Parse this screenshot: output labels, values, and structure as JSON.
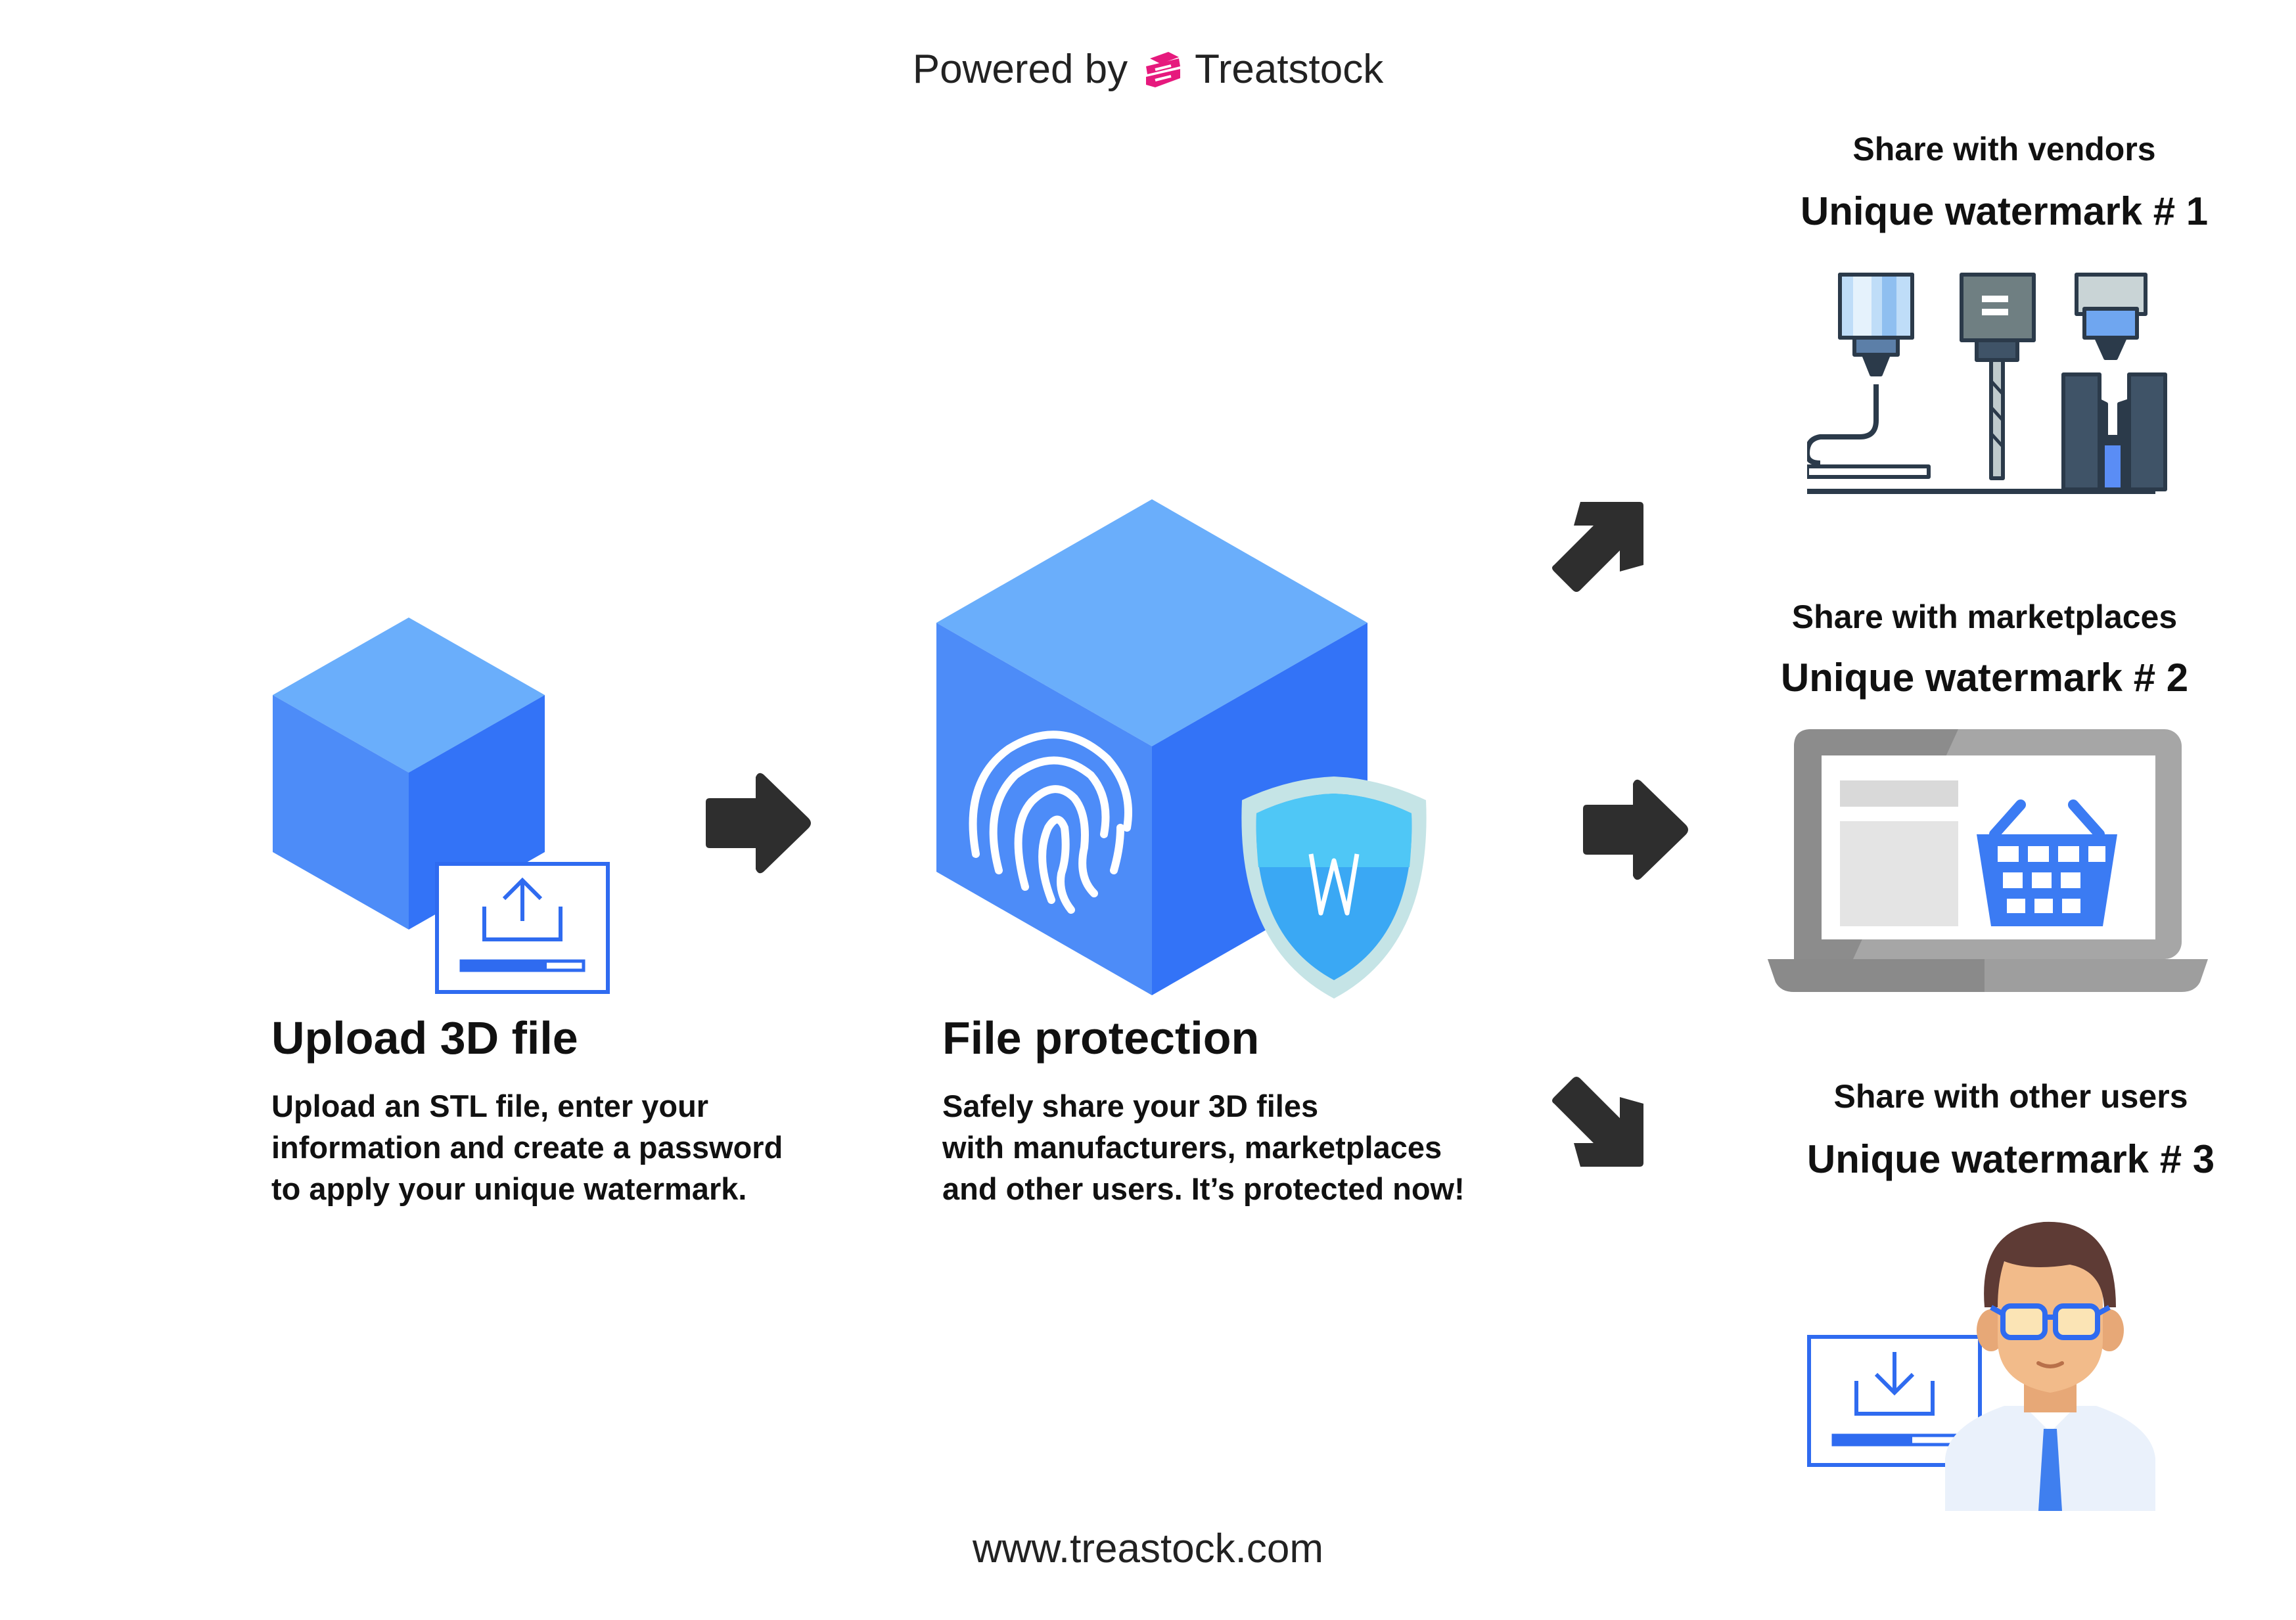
{
  "header": {
    "prefix": "Powered by",
    "brand": "Treatstock"
  },
  "footer": {
    "url": "www.treastock.com"
  },
  "steps": {
    "upload": {
      "title": "Upload 3D file",
      "lines": [
        "Upload an STL file, enter your",
        "information and create a password",
        "to apply your unique watermark."
      ]
    },
    "protection": {
      "title": "File protection",
      "lines": [
        "Safely share your 3D files",
        "with manufacturers, marketplaces",
        "and other users. It’s protected now!"
      ]
    }
  },
  "targets": [
    {
      "label": "Share with vendors",
      "watermark": "Unique watermark # 1",
      "icon": "manufacturing-tools-icon"
    },
    {
      "label": "Share with marketplaces",
      "watermark": "Unique watermark # 2",
      "icon": "laptop-basket-icon"
    },
    {
      "label": "Share with other users",
      "watermark": "Unique watermark # 3",
      "icon": "user-download-icon"
    }
  ],
  "colors": {
    "cube_top": "#6AAEFB",
    "cube_left": "#4D8CF8",
    "cube_right": "#3373F7",
    "arrow": "#2E2E2E",
    "brand_pink": "#E6197D",
    "outline_blue": "#2F6BF0",
    "shield_outer": "#C5E4E6",
    "shield_inner": "#3AA8F4"
  }
}
